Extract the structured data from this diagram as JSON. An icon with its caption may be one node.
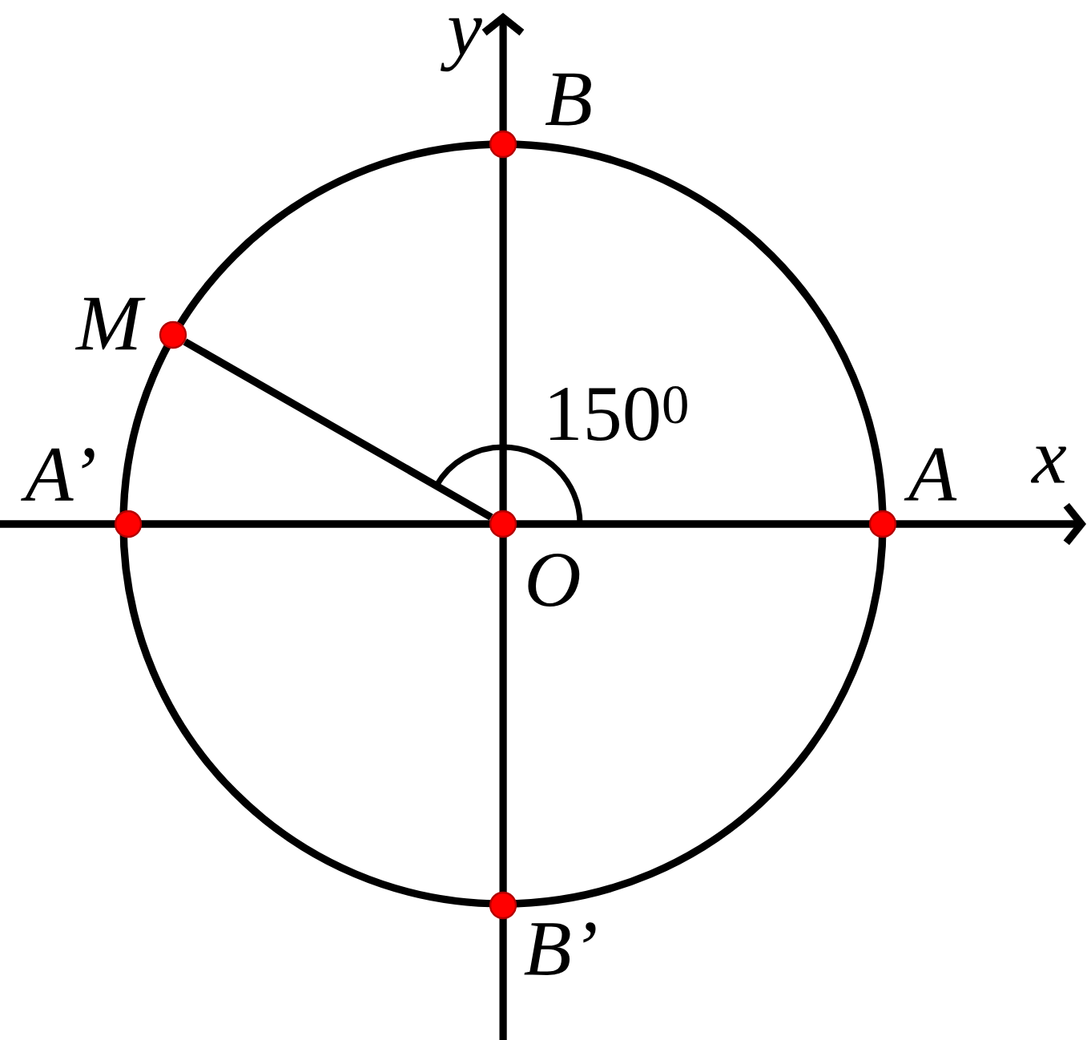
{
  "diagram": {
    "nodes": [
      {
        "text": [],
        "shape": "circle",
        "beside": [
          "B"
        ]
      },
      {
        "text": [],
        "shape": "circle",
        "beside": [
          "M"
        ]
      },
      {
        "text": [],
        "shape": "circle",
        "beside": [
          "A’"
        ]
      },
      {
        "text": [],
        "shape": "circle",
        "beside": [
          "O"
        ]
      },
      {
        "text": [],
        "shape": "circle",
        "beside": [
          "A"
        ]
      },
      {
        "text": [],
        "shape": "circle",
        "beside": [
          "B’"
        ]
      }
    ],
    "edges": [
      {
        "from": 1,
        "to": 3,
        "arrow": "none"
      }
    ],
    "labels": [
      "y",
      "150$^{0}$",
      "x"
    ]
  }
}
